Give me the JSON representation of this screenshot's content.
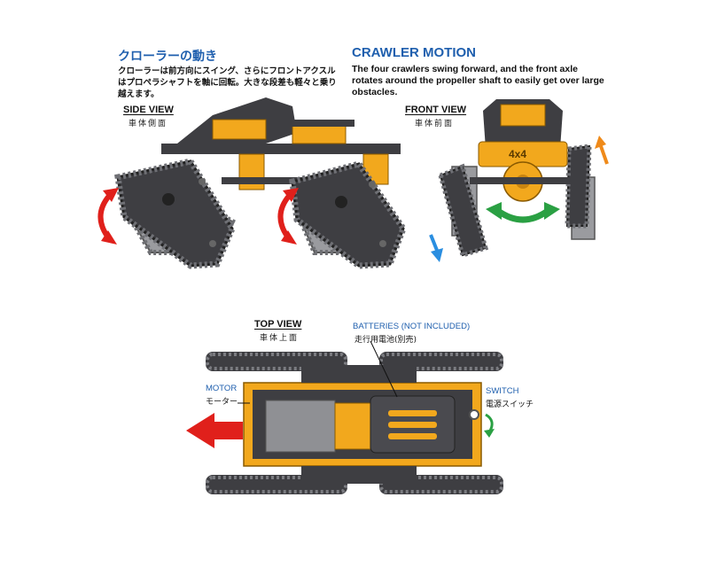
{
  "heading": {
    "jp_title": "クローラーの動き",
    "jp_description": "クローラーは前方向にスイング、さらにフロントアクスルはプロペラシャフトを軸に回転。大きな段差も軽々と乗り越えます。",
    "en_title": "CRAWLER MOTION",
    "en_description": "The four crawlers swing forward, and the front axle rotates around the propeller shaft to easily get over large obstacles."
  },
  "views": {
    "side": {
      "label": "SIDE VIEW",
      "sub": "車体側面"
    },
    "front": {
      "label": "FRONT VIEW",
      "sub": "車体前面"
    },
    "top": {
      "label": "TOP VIEW",
      "sub": "車体上面"
    }
  },
  "callouts": {
    "batteries_en": "BATTERIES (NOT INCLUDED)",
    "batteries_jp": "走行用電池(別売)",
    "motor_en": "MOTOR",
    "motor_jp": "モーター",
    "switch_en": "SWITCH",
    "switch_jp": "電源スイッチ"
  },
  "axle_badge": "4x4",
  "colors": {
    "title_blue": "#1f5fae",
    "body_yellow": "#f2a81d",
    "chassis_dark": "#3e3e42",
    "track_gray": "#8f9094",
    "arrow_red": "#e0201b",
    "arrow_green": "#2aa043",
    "arrow_blue": "#2a8ee0",
    "arrow_orange": "#ef8a1a"
  }
}
